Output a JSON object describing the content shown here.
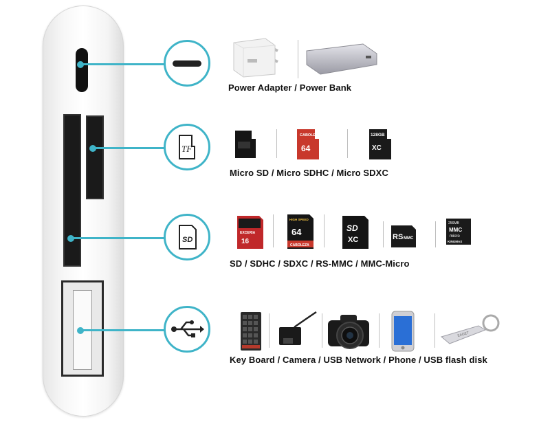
{
  "rows": [
    {
      "caption": "Power Adapter / Power Bank"
    },
    {
      "caption": "Micro SD / Micro SDHC / Micro SDXC"
    },
    {
      "caption": "SD / SDHC / SDXC / RS-MMC / MMC-Micro"
    },
    {
      "caption": "Key Board / Camera / USB Network / Phone /  USB flash disk"
    }
  ],
  "icons": {
    "tf_text": "TF",
    "sd_text": "SD"
  },
  "cards": {
    "micro_caboleza_brand": "CABOLEZA",
    "micro_caboleza_capacity": "64",
    "micro_128_capacity": "128GB",
    "micro_128_class": "XC",
    "sd_caboleza_speed": "HIGH SPEED",
    "sd_caboleza_brand": "CABOLEZA",
    "sd_caboleza_capacity": "64",
    "sd_16_brand": "EXCERIA",
    "sd_16_capacity": "16",
    "sdxc_mark": "SD",
    "sdxc_class": "XC",
    "rsmmc_mark": "RS",
    "rsmmc_sub": "MMC",
    "mmc_micro_size": "256MB",
    "mmc_micro_mark": "MMC",
    "mmc_micro_sub": "micro",
    "mmc_micro_brand": "KINGMAX",
    "flash_brand": "EAGET"
  },
  "colors": {
    "accent": "#3fb4c8",
    "caboleza_red": "#c8382c"
  }
}
